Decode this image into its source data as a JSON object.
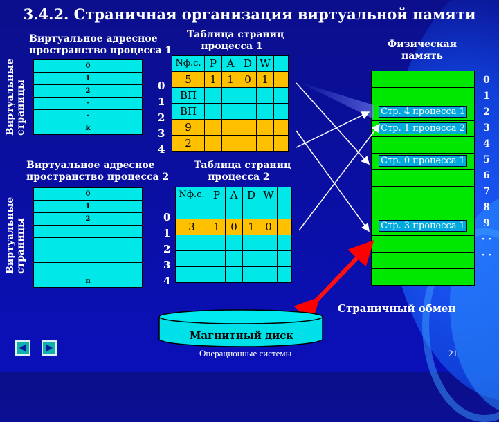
{
  "title": "3.4.2. Страничная организация виртуальной памяти",
  "vas1": {
    "label": "Виртуальное адресное\nпространство процесса 1",
    "rows": [
      "0",
      "1",
      "2",
      "·",
      "·",
      "k"
    ],
    "vlabel": "Виртуальные\nстраницы"
  },
  "vas2": {
    "label": "Виртуальное адресное\nпространство процесса 2",
    "rows": [
      "0",
      "1",
      "2",
      "",
      "",
      "",
      "",
      "n"
    ],
    "vlabel": "Виртуальные\nстраницы"
  },
  "pt1": {
    "label": "Таблица страниц\nпроцесса 1",
    "header": [
      "Nф.с.",
      "P",
      "A",
      "D",
      "W",
      ""
    ],
    "rows": [
      [
        "5",
        "1",
        "1",
        "0",
        "1",
        ""
      ],
      [
        "ВП",
        "",
        "",
        "",
        "",
        ""
      ],
      [
        "ВП",
        "",
        "",
        "",
        "",
        ""
      ],
      [
        "9",
        "",
        "",
        "",
        "",
        ""
      ],
      [
        "2",
        "",
        "",
        "",
        "",
        ""
      ]
    ],
    "index": [
      "0",
      "1",
      "2",
      "3",
      "4"
    ]
  },
  "pt2": {
    "label": "Таблица страниц\nпроцесса 2",
    "header": [
      "Nф.с.",
      "P",
      "A",
      "D",
      "W",
      ""
    ],
    "rows": [
      [
        "",
        "",
        "",
        "",
        "",
        ""
      ],
      [
        "3",
        "1",
        "0",
        "1",
        "0",
        ""
      ],
      [
        "",
        "",
        "",
        "",
        "",
        ""
      ],
      [
        "",
        "",
        "",
        "",
        "",
        ""
      ],
      [
        "",
        "",
        "",
        "",
        "",
        ""
      ]
    ],
    "index": [
      "0",
      "1",
      "2",
      "3",
      "4"
    ]
  },
  "phys": {
    "label": "Физическая\nпамять",
    "frames": [
      "0",
      "1",
      "2",
      "3",
      "4",
      "5",
      "6",
      "7",
      "8",
      "9",
      "· ·",
      "· ·"
    ],
    "entries": [
      {
        "frame": 2,
        "text": "Стр. 4 процесса 1"
      },
      {
        "frame": 3,
        "text": "Стр. 1 процесса 2"
      },
      {
        "frame": 5,
        "text": "Стр. 0 процесса 1"
      },
      {
        "frame": 9,
        "text": "Стр. 3 процесса 1"
      }
    ]
  },
  "swap_label": "Страничный обмен",
  "disk_label": "Магнитный диск",
  "footer": {
    "course": "Операционные системы",
    "page": "21"
  },
  "nav": {
    "prev": "◀",
    "next": "▶"
  }
}
